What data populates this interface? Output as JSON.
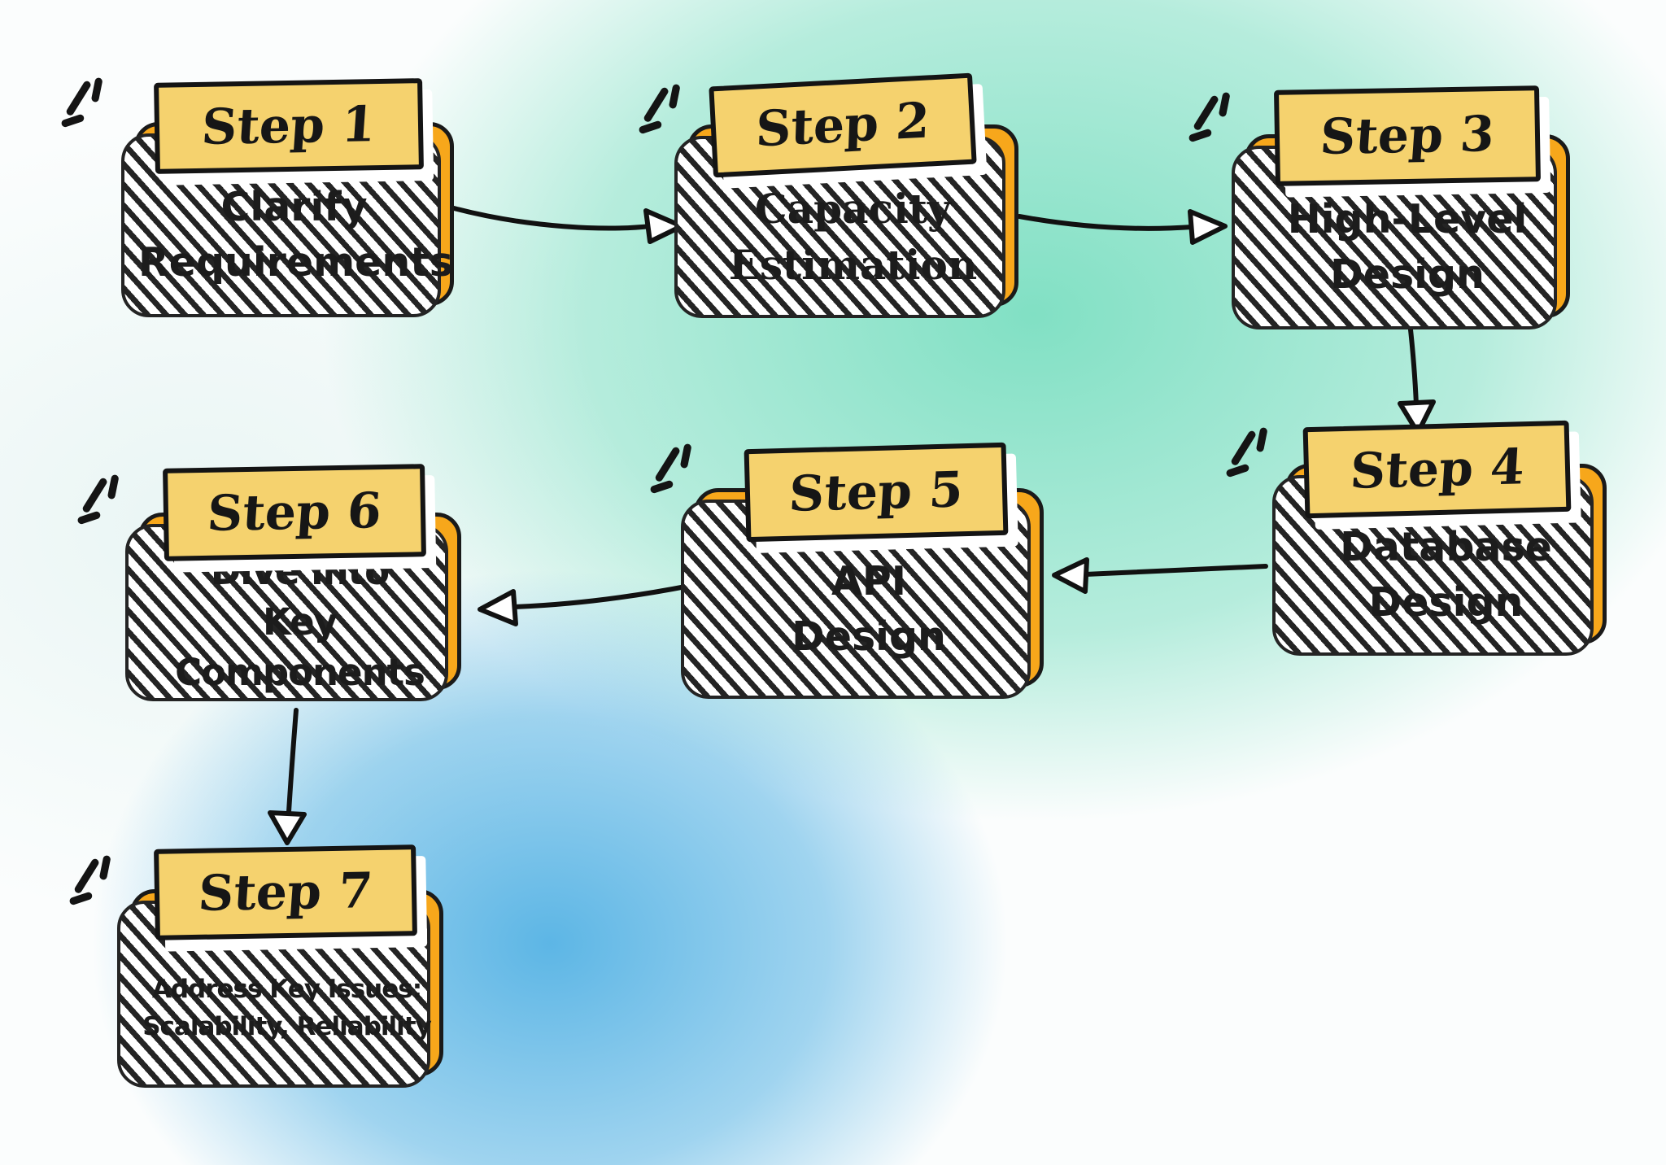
{
  "steps": [
    {
      "label": "Step 1",
      "lines": [
        "Clarify",
        "Requirements"
      ]
    },
    {
      "label": "Step 2",
      "lines": [
        "Capacity",
        "Estimation"
      ]
    },
    {
      "label": "Step 3",
      "lines": [
        "High-Level",
        "Design"
      ]
    },
    {
      "label": "Step 4",
      "lines": [
        "Database",
        "Design"
      ]
    },
    {
      "label": "Step 5",
      "lines": [
        "API",
        "Design"
      ]
    },
    {
      "label": "Step 6",
      "lines": [
        "Dive into",
        "Key Components"
      ]
    },
    {
      "label": "Step 7",
      "lines": [
        "Address Key Issues:",
        "Scalability, Reliability"
      ]
    }
  ],
  "connections": [
    {
      "from": "Step 1",
      "to": "Step 2"
    },
    {
      "from": "Step 2",
      "to": "Step 3"
    },
    {
      "from": "Step 3",
      "to": "Step 4"
    },
    {
      "from": "Step 4",
      "to": "Step 5"
    },
    {
      "from": "Step 5",
      "to": "Step 6"
    },
    {
      "from": "Step 6",
      "to": "Step 7"
    }
  ],
  "colors": {
    "box_fill": "#F7A71B",
    "banner_fill": "#F5D26E",
    "outline": "#1A1A1A",
    "arrowhead_fill": "#FFFFFF",
    "background_teal": "#7DDFC2",
    "background_blue": "#54B2E4"
  }
}
